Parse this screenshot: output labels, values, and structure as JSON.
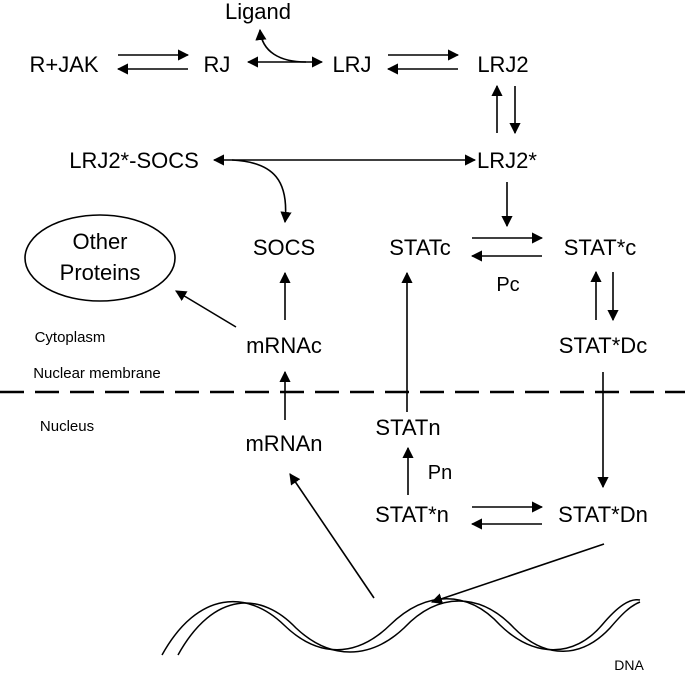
{
  "nodes": {
    "r_jak": "R+JAK",
    "rj": "RJ",
    "ligand": "Ligand",
    "lrj": "LRJ",
    "lrj2": "LRJ2",
    "lrj2_socs": "LRJ2*-SOCS",
    "lrj2_star": "LRJ2*",
    "socs": "SOCS",
    "statc": "STATc",
    "stat_star_c": "STAT*c",
    "stat_star_dc": "STAT*Dc",
    "mrnac": "mRNAc",
    "mrnan": "mRNAn",
    "statn": "STATn",
    "stat_star_n": "STAT*n",
    "stat_star_dn": "STAT*Dn",
    "other_proteins_line1": "Other",
    "other_proteins_line2": "Proteins"
  },
  "labels": {
    "pc": "Pc",
    "pn": "Pn",
    "cytoplasm": "Cytoplasm",
    "nuclear_membrane": "Nuclear membrane",
    "nucleus": "Nucleus",
    "dna": "DNA"
  }
}
